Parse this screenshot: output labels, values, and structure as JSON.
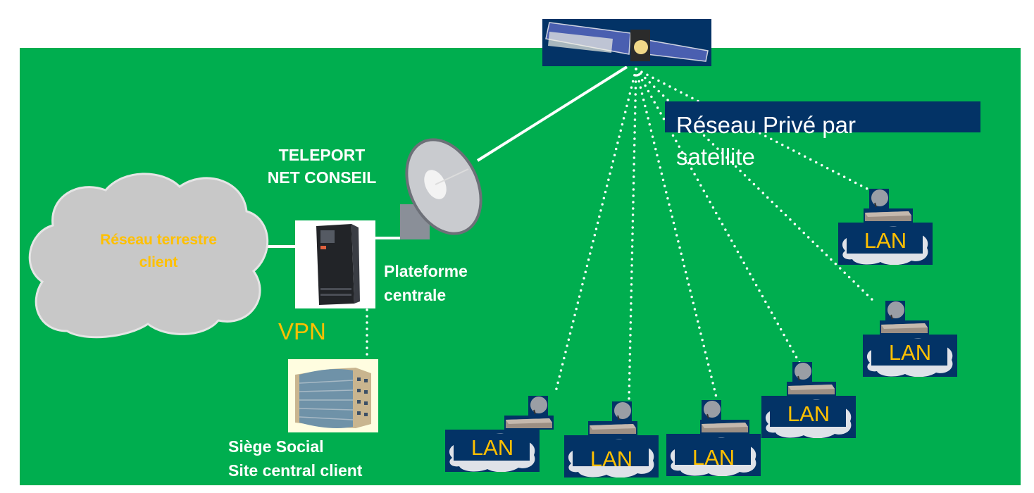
{
  "diagram": {
    "title_line1": "Réseau Privé par",
    "title_line2": "satellite",
    "teleport_line1": "TELEPORT",
    "teleport_line2": "NET CONSEIL",
    "plateforme_line1": "Plateforme",
    "plateforme_line2": "centrale",
    "vpn_label": "VPN",
    "cloud_line1": "Réseau terrestre",
    "cloud_line2": "client",
    "siege_line1": "Siège Social",
    "siege_line2": "Site central client",
    "remote_sites": [
      {
        "label": "LAN"
      },
      {
        "label": "LAN"
      },
      {
        "label": "LAN"
      },
      {
        "label": "LAN"
      },
      {
        "label": "LAN"
      },
      {
        "label": "LAN"
      }
    ],
    "colors": {
      "background": "#00ae4f",
      "navy": "#033366",
      "accent_yellow": "#ffc000",
      "text_white": "#ffffff"
    }
  }
}
